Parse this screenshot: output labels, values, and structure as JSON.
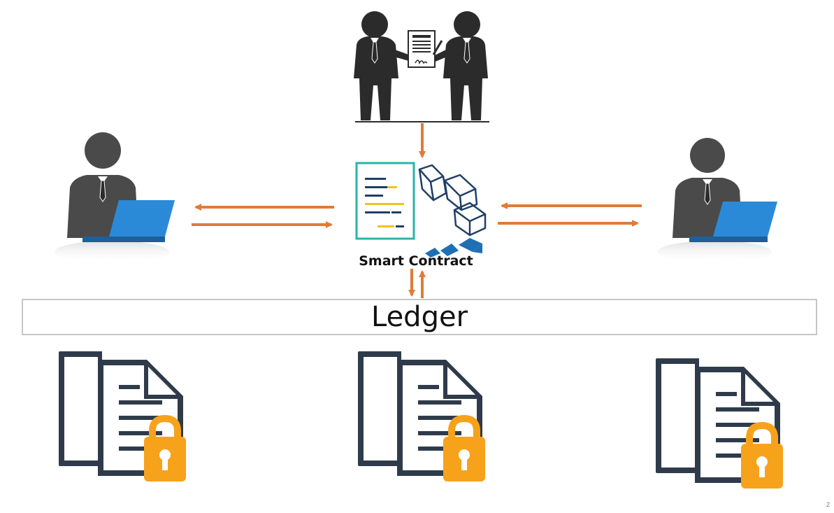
{
  "diagram": {
    "smart_contract_label": "Smart Contract",
    "ledger_label": "Ledger",
    "page_number": "2"
  },
  "nodes": {
    "agreement": {
      "icon": "business-handshake-contract-icon"
    },
    "left_user": {
      "icon": "user-laptop-icon"
    },
    "right_user": {
      "icon": "user-laptop-icon"
    },
    "smart_contract": {
      "icon": "smart-contract-blockchain-icon"
    },
    "documents": [
      {
        "icon": "locked-document-icon"
      },
      {
        "icon": "locked-document-icon"
      },
      {
        "icon": "locked-document-icon"
      }
    ]
  },
  "colors": {
    "arrow": "#E07B39",
    "person": "#2b2b2b",
    "user": "#4a4a4a",
    "laptop": "#2a8ad8",
    "doc_outline": "#2f3b4a",
    "lock": "#F7A21B",
    "contract_border": "#2bb3a8",
    "block_dark": "#1f3f66",
    "block_blue": "#1f6fb5"
  }
}
